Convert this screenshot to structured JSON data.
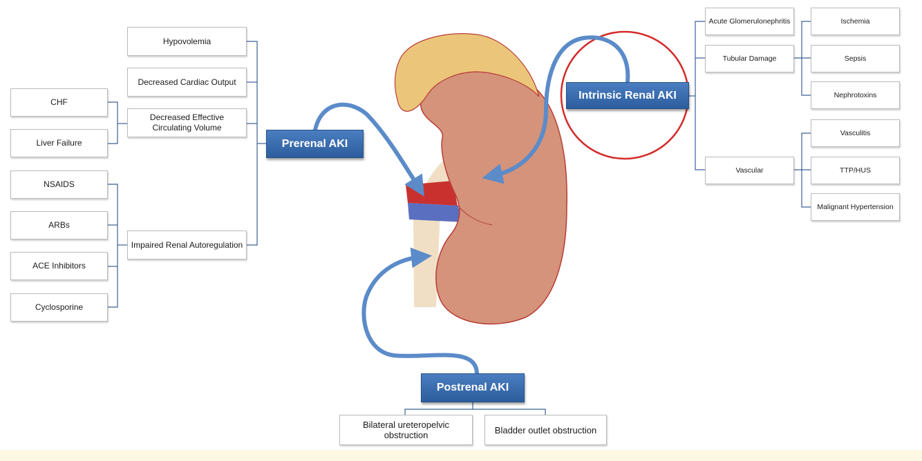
{
  "categories": {
    "prerenal": "Prerenal AKI",
    "intrinsic": "Intrinsic Renal AKI",
    "postrenal": "Postrenal AKI"
  },
  "prerenal_causes": {
    "hypovolemia": "Hypovolemia",
    "decreased_cardiac_output": "Decreased Cardiac Output",
    "decreased_effective_circulating_volume": "Decreased Effective Circulating Volume",
    "impaired_renal_autoregulation": "Impaired Renal Autoregulation"
  },
  "decreased_volume_causes": {
    "chf": "CHF",
    "liver_failure": "Liver Failure"
  },
  "autoregulation_causes": {
    "nsaids": "NSAIDS",
    "arbs": "ARBs",
    "ace_inhibitors": "ACE Inhibitors",
    "cyclosporine": "Cyclosporine"
  },
  "intrinsic_causes": {
    "acute_glomerulonephritis": "Acute Glomerulonephritis",
    "tubular_damage": "Tubular Damage",
    "vascular": "Vascular"
  },
  "tubular_damage_causes": {
    "ischemia": "Ischemia",
    "sepsis": "Sepsis",
    "nephrotoxins": "Nephrotoxins"
  },
  "vascular_causes": {
    "vasculitis": "Vasculitis",
    "ttp_hus": "TTP/HUS",
    "malignant_hypertension": "Malignant Hypertension"
  },
  "postrenal_causes": {
    "bilateral_ureteropelvic": "Bilateral ureteropelvic obstruction",
    "bladder_outlet": "Bladder outlet obstruction"
  },
  "colors": {
    "category_blue": "#2d5d9d",
    "arrow_blue": "#5b8bc9",
    "kidney": "#d4937a",
    "highlight_circle": "#d42a2a"
  }
}
